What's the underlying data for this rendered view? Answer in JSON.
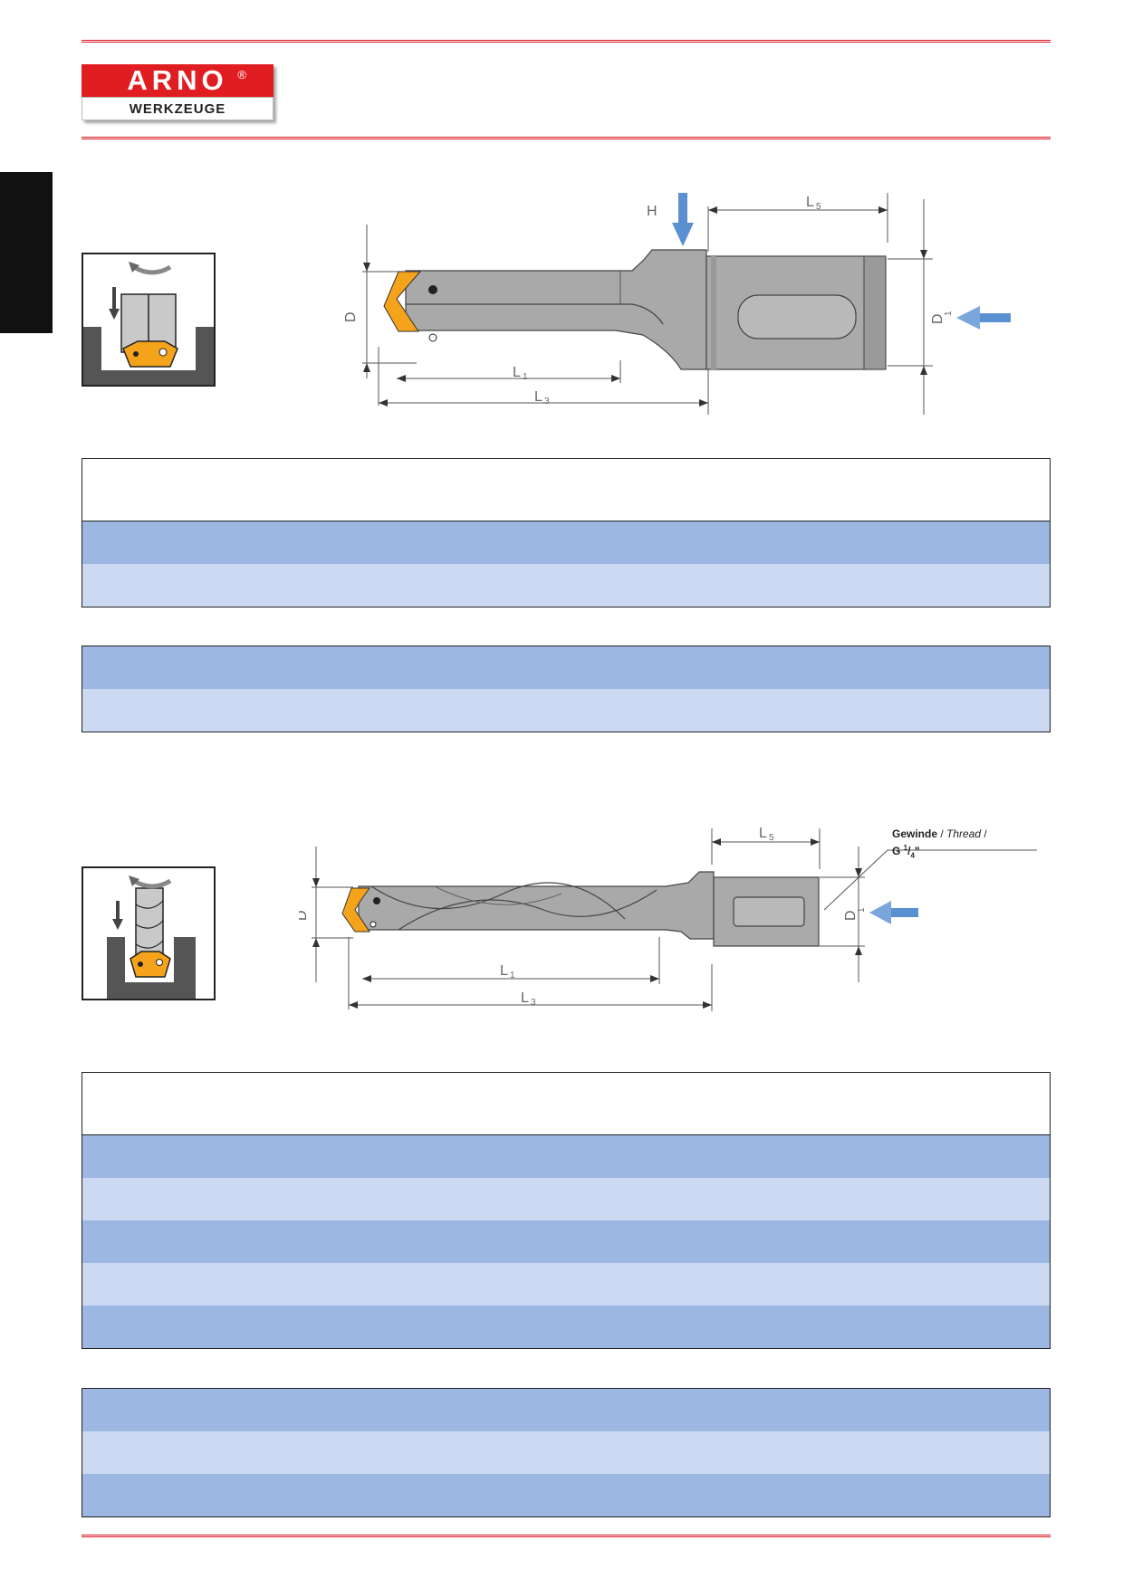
{
  "brand": {
    "name": "ARNO",
    "registered": "®",
    "subtitle": "WERKZEUGE",
    "colors": {
      "red": "#e01e22",
      "rule": "#d8131b",
      "insert": "#f5a31a",
      "tool_body": "#a9a9a9",
      "row_dark": "#9cb8e2",
      "row_light": "#cbd9f2"
    }
  },
  "drawing_top": {
    "labels": {
      "h": "H",
      "d": "D",
      "d1": "D",
      "d1_sub": "1",
      "l1": "L",
      "l1_sub": "1",
      "l3": "L",
      "l3_sub": "3",
      "l5": "L",
      "l5_sub": "5"
    },
    "icons": [
      "rotation-arrow-icon",
      "feed-arrow-icon",
      "coolant-arrow-icon",
      "force-arrow-icon"
    ]
  },
  "drawing_bottom": {
    "labels": {
      "d": "D",
      "d1": "D",
      "d1_sub": "1",
      "l1": "L",
      "l1_sub": "1",
      "l3": "L",
      "l3_sub": "3",
      "l5": "L",
      "l5_sub": "5"
    },
    "thread": {
      "bold": "Gewinde",
      "italic": "Thread",
      "sep": "/",
      "spec_prefix": "G ",
      "spec_num": "1",
      "spec_den": "4",
      "spec_suffix": "\""
    },
    "icons": [
      "rotation-arrow-icon",
      "feed-arrow-icon",
      "coolant-arrow-icon"
    ]
  },
  "tables": [
    {
      "id": "table-1",
      "rows": [
        "dark",
        "light"
      ]
    },
    {
      "id": "table-2",
      "rows": [
        "dark",
        "light"
      ]
    },
    {
      "id": "table-3",
      "rows": [
        "dark",
        "light",
        "dark",
        "light",
        "dark"
      ]
    },
    {
      "id": "table-4",
      "rows": [
        "dark",
        "light",
        "dark"
      ]
    }
  ]
}
